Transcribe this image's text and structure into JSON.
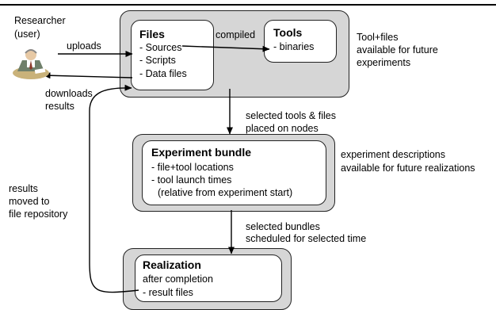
{
  "researcher": {
    "label_line1": "Researcher",
    "label_line2": "(user)"
  },
  "edges": {
    "uploads": "uploads",
    "downloads_line1": "downloads",
    "downloads_line2": "results",
    "compiled": "compiled",
    "placed_line1": "selected tools & files",
    "placed_line2": "placed on nodes",
    "scheduled_line1": "selected bundles",
    "scheduled_line2": "scheduled for selected time",
    "moved_line1": "results",
    "moved_line2": "moved to",
    "moved_line3": "file repository"
  },
  "files": {
    "title": "Files",
    "items": [
      "- Sources",
      "- Scripts",
      "- Data files"
    ]
  },
  "tools": {
    "title": "Tools",
    "items": [
      "- binaries"
    ]
  },
  "notes": {
    "tools_files": [
      "Tool+files",
      "available for future",
      "experiments"
    ],
    "experiment": [
      "experiment descriptions",
      "available for future realizations"
    ]
  },
  "bundle": {
    "title": "Experiment bundle",
    "items": [
      "- file+tool locations",
      "- tool launch times",
      "  (relative from experiment start)"
    ]
  },
  "realization": {
    "title": "Realization",
    "items": [
      "after completion",
      "- result files"
    ]
  }
}
